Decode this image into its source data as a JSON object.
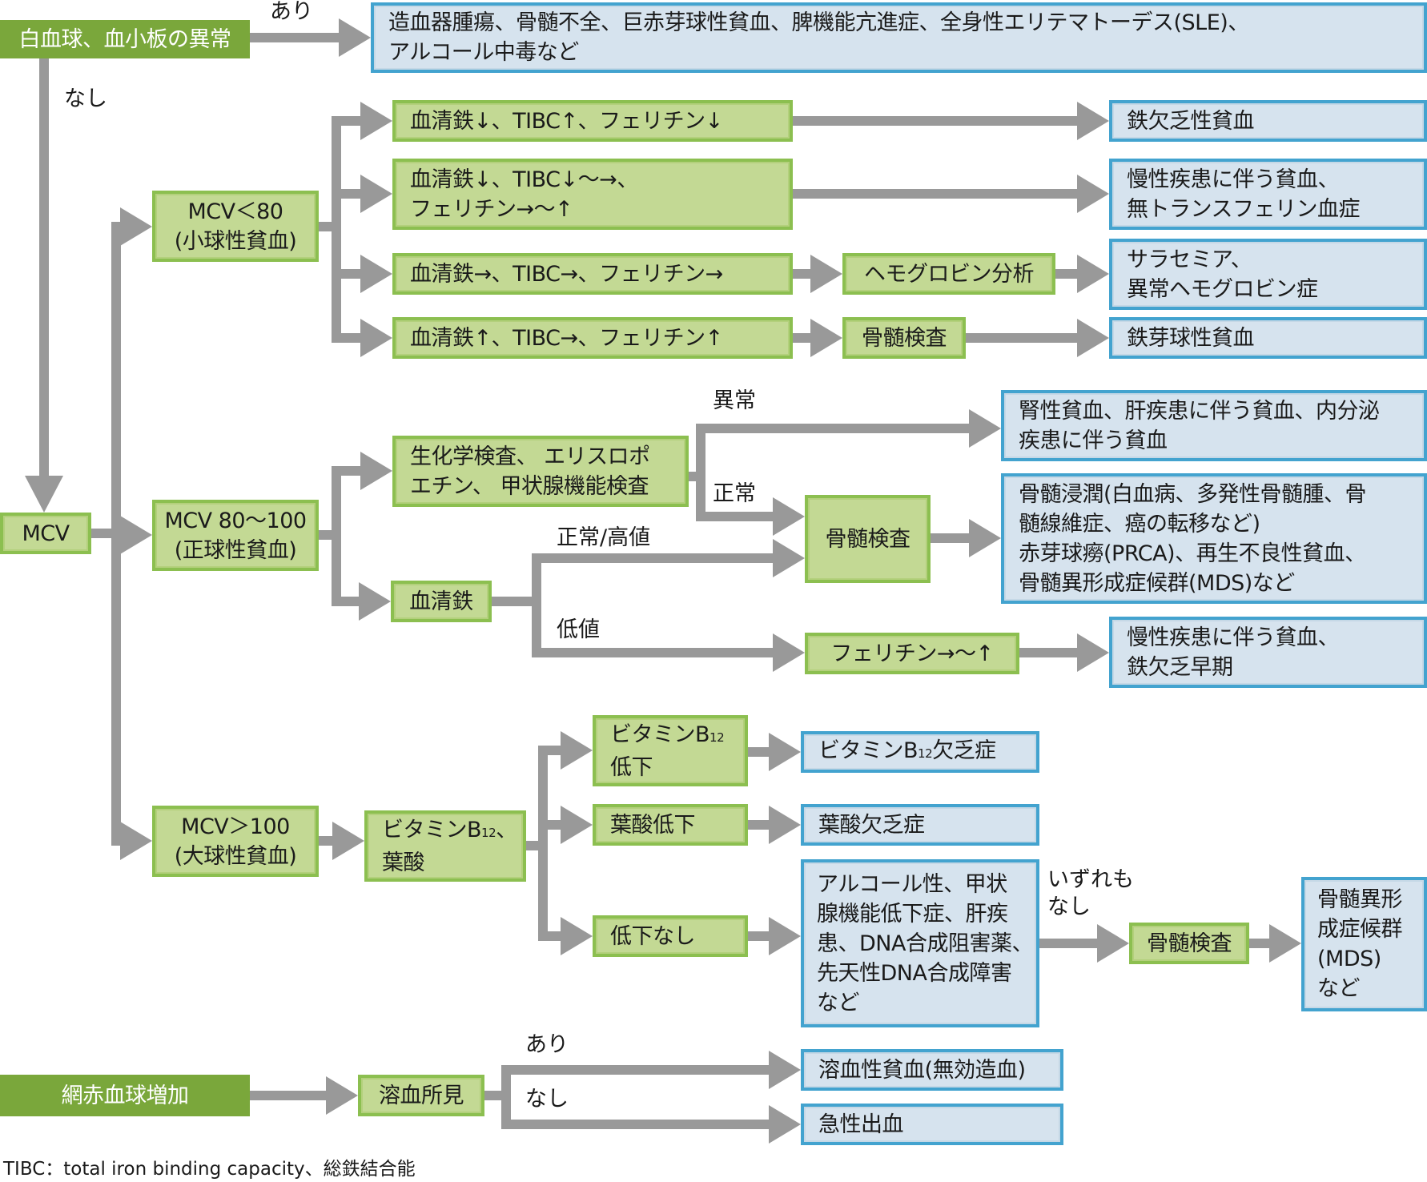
{
  "colors": {
    "green_fill": "#c3d994",
    "green_border": "#8cbf50",
    "dark_green_fill": "#7aa73b",
    "blue_fill": "#d6e3ee",
    "blue_border": "#43a3cf",
    "connector": "#999999"
  },
  "nodes": {
    "wbc_platelet_abnormal": "白血球、血小板の異常",
    "hematopoietic_diseases": "造血器腫瘍、骨髄不全、巨赤芽球性貧血、脾機能亢進症、全身性エリテマトーデス(SLE)、\nアルコール中毒など",
    "mcv": "MCV",
    "mcv_lt80": "MCV＜80\n(小球性貧血)",
    "mcv_80_100": "MCV 80～100\n(正球性貧血)",
    "mcv_gt100": "MCV＞100\n(大球性貧血)",
    "micro_pattern_1": "血清鉄↓、TIBC↑、フェリチン↓",
    "micro_pattern_2": "血清鉄↓、TIBC↓～→、\nフェリチン→～↑",
    "micro_pattern_3": "血清鉄→、TIBC→、フェリチン→",
    "micro_pattern_4": "血清鉄↑、TIBC→、フェリチン↑",
    "hemoglobin_analysis": "ヘモグロビン分析",
    "bone_marrow_exam_1": "骨髄検査",
    "iron_deficiency_anemia": "鉄欠乏性貧血",
    "chronic_disease_anemia_atransferrinemia": "慢性疾患に伴う貧血、\n無トランスフェリン血症",
    "thalassemia": "サラセミア、\n異常ヘモグロビン症",
    "sideroblastic_anemia": "鉄芽球性貧血",
    "biochem_epo_thyroid": "生化学検査、 エリスロポ\nエチン、 甲状腺機能検査",
    "serum_iron": "血清鉄",
    "bone_marrow_exam_2": "骨髄検査",
    "ferritin_normal_high": "フェリチン→～↑",
    "renal_hepatic_endocrine_anemia": "腎性貧血、肝疾患に伴う貧血、内分泌\n疾患に伴う貧血",
    "marrow_infiltration": "骨髄浸潤(白血病、多発性骨髄腫、骨\n髄線維症、癌の転移など)\n赤芽球癆(PRCA)、再生不良性貧血、\n骨髄異形成症候群(MDS)など",
    "chronic_disease_early_iron_def": "慢性疾患に伴う貧血、\n鉄欠乏早期",
    "b12_folate": {
      "pre": "ビタミンB",
      "sub": "12",
      "post": "、\n葉酸"
    },
    "b12_low": {
      "pre": "ビタミンB",
      "sub": "12",
      "post": "\n低下"
    },
    "folate_low": "葉酸低下",
    "no_decrease": "低下なし",
    "b12_deficiency": {
      "pre": "ビタミンB",
      "sub": "12",
      "post": "欠乏症"
    },
    "folate_deficiency": "葉酸欠乏症",
    "alcohol_etc": "アルコール性、甲状\n腺機能低下症、肝疾\n患、DNA合成阻害薬、\n先天性DNA合成障害\nなど",
    "bone_marrow_exam_3": "骨髄検査",
    "mds": "骨髄異形\n成症候群\n(MDS)\nなど",
    "reticulocytosis": "網赤血球増加",
    "hemolysis_findings": "溶血所見",
    "hemolytic_anemia": "溶血性貧血(無効造血)",
    "acute_hemorrhage": "急性出血"
  },
  "edge_labels": {
    "yes_top": "あり",
    "no_top": "なし",
    "abnormal": "異常",
    "normal": "正常",
    "normal_high": "正常/高値",
    "low": "低値",
    "none_of_above": "いずれも\nなし",
    "yes_hemolysis": "あり",
    "no_hemolysis": "なし"
  },
  "footnote": "TIBC：total iron binding capacity、総鉄結合能"
}
